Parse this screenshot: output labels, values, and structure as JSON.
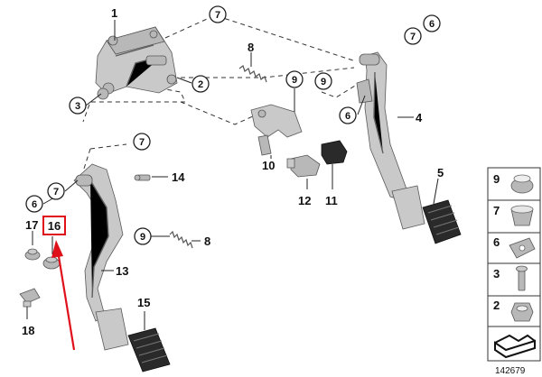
{
  "diagram": {
    "drawing_number": "142679",
    "callouts": {
      "c1": "1",
      "c2": "2",
      "c3": "3",
      "c4": "4",
      "c5": "5",
      "c6a": "6",
      "c6b": "6",
      "c6c": "6",
      "c7a": "7",
      "c7b": "7",
      "c7c": "7",
      "c7d": "7",
      "c8a": "8",
      "c8b": "8",
      "c9a": "9",
      "c9b": "9",
      "c9c": "9",
      "c10": "10",
      "c11": "11",
      "c12": "12",
      "c13": "13",
      "c14": "14",
      "c15": "15",
      "c16": "16",
      "c17": "17",
      "c18": "18"
    },
    "highlighted_part": "16",
    "highlight_color": "#e0101a",
    "legend": [
      {
        "label": "9",
        "icon": "bushing-icon"
      },
      {
        "label": "7",
        "icon": "sleeve-icon"
      },
      {
        "label": "6",
        "icon": "clip-icon"
      },
      {
        "label": "3",
        "icon": "bolt-icon"
      },
      {
        "label": "2",
        "icon": "nut-icon"
      }
    ]
  }
}
